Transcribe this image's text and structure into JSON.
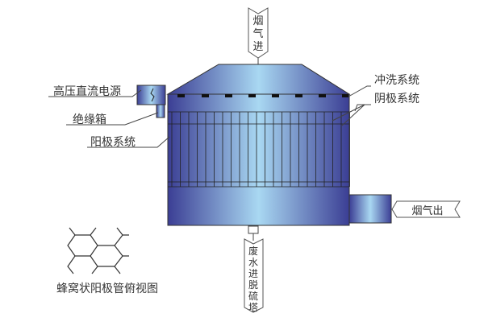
{
  "labels": {
    "flue_gas_in": [
      "烟",
      "气",
      "进"
    ],
    "flue_gas_out": "烟气出",
    "wastewater": [
      "废",
      "水",
      "进",
      "脱",
      "硫",
      "塔"
    ],
    "power_supply": "高压直流电源",
    "insulator_box": "绝缘箱",
    "anode_system": "阳极系统",
    "flush_system": "冲洗系统",
    "cathode_system": "阴极系统",
    "honeycomb_caption": "蜂窝状阳极管俯视图"
  },
  "colors": {
    "body_dark": "#3b3e94",
    "body_light": "#a9d8f2",
    "line": "#444444"
  }
}
